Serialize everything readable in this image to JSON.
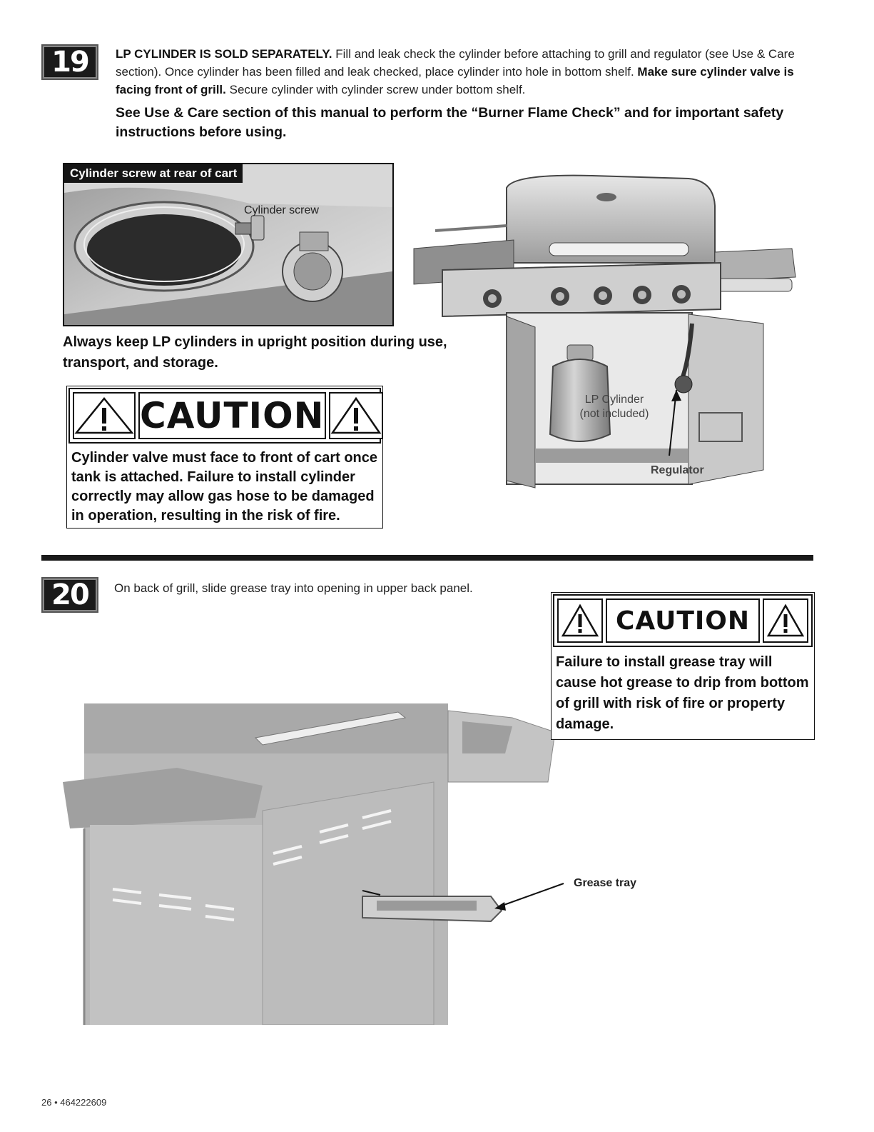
{
  "step19": {
    "number": "19",
    "text_bold_lead": "LP CYLINDER IS SOLD SEPARATELY.",
    "text_normal_1": " Fill and leak check the cylinder before attaching to grill and regulator (see Use & Care section). Once cylinder has been filled and leak checked, place cylinder into hole in bottom shelf. ",
    "text_bold_2": "Make sure cylinder valve is facing front of grill.",
    "text_normal_2": " Secure cylinder with cylinder screw under bottom shelf.",
    "safety_note": "See Use & Care section of this manual to perform the “Burner Flame Check” and for important safety instructions before using.",
    "inset_title": "Cylinder screw at rear of cart",
    "inset_label": "Cylinder screw",
    "upright_note": "Always keep LP cylinders in upright position during use, transport, and storage.",
    "caution": {
      "heading": "CAUTION",
      "text": "Cylinder valve must face to front of cart once tank is attached. Failure to install cylinder correctly may allow gas hose to be damaged in operation, resulting in the risk of fire."
    },
    "label_cylinder_1": "LP Cylinder",
    "label_cylinder_2": "(not included)",
    "label_regulator": "Regulator"
  },
  "step20": {
    "number": "20",
    "text": "On back of grill, slide grease tray into opening in upper back panel.",
    "caution": {
      "heading": "CAUTION",
      "text": "Failure to install grease tray will cause hot grease to drip from bottom of grill with risk of fire or property damage."
    },
    "label_grease_tray": "Grease tray"
  },
  "footer": {
    "page": "26 • 464222609"
  },
  "colors": {
    "ink": "#111111",
    "figure_gray": "#b5b5b5",
    "step_badge": "#1a1a1a"
  }
}
